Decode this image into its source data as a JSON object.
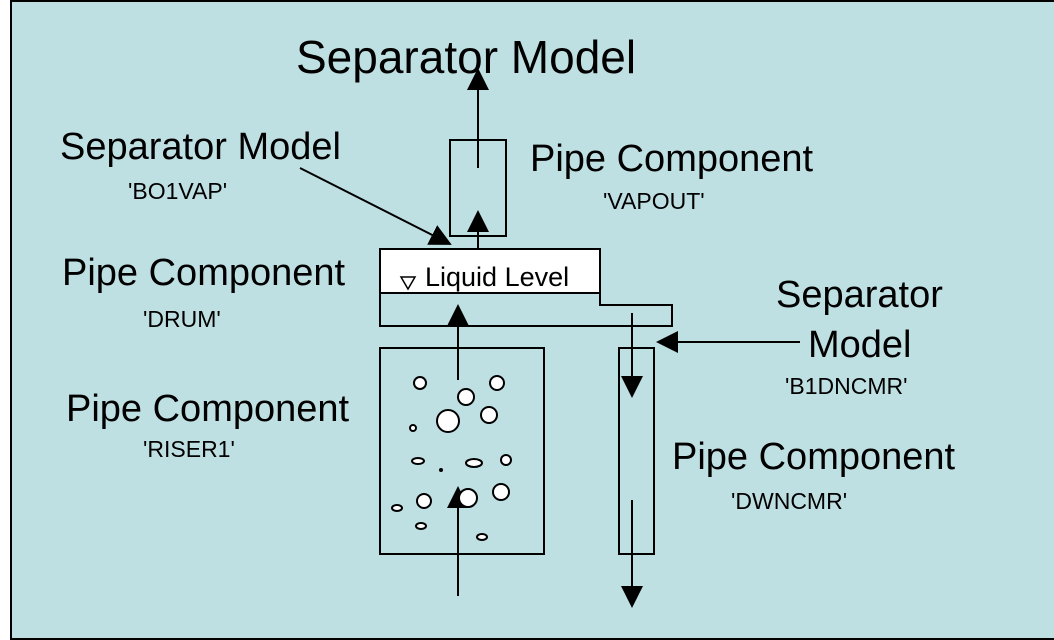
{
  "title": "Separator Model",
  "labels": {
    "sep_model_left": "Separator Model",
    "sep_model_left_id": "'BO1VAP'",
    "pipe_vapout": "Pipe Component",
    "pipe_vapout_id": "'VAPOUT'",
    "pipe_drum": "Pipe Component",
    "pipe_drum_id": "'DRUM'",
    "liquid_level": "Liquid Level",
    "sep_model_right_line1": "Separator",
    "sep_model_right_line2": "Model",
    "sep_model_right_id": "'B1DNCMR'",
    "pipe_riser": "Pipe Component",
    "pipe_riser_id": "'RISER1'",
    "pipe_dwncmr": "Pipe Component",
    "pipe_dwncmr_id": "'DWNCMR'"
  },
  "colors": {
    "background": "#bfe0e3",
    "line": "#000000",
    "fill_white": "#ffffff"
  }
}
